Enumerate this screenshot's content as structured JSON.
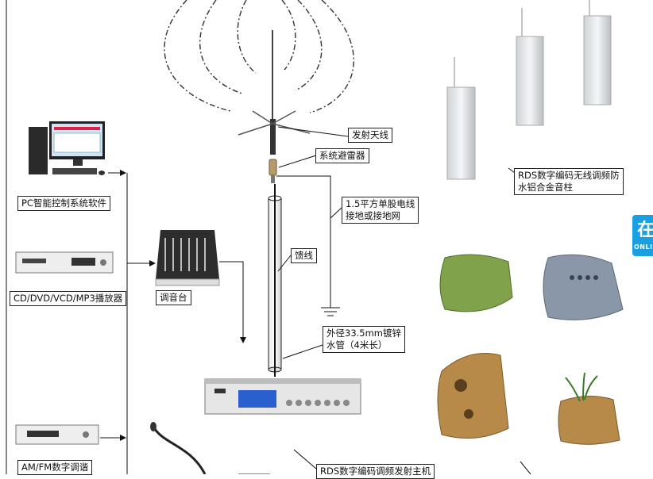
{
  "labels": {
    "antenna": "发射天线",
    "arrester": "系统避雷器",
    "wire": "1.5平方单股电线\n接地或接地网",
    "feeder": "馈线",
    "pipe": "外径33.5mm镀锌\n水管（4米长）",
    "pc": "PC智能控制系统软件",
    "cd": "CD/DVD/VCD/MP3播放器",
    "mixer": "调音台",
    "tuner": "AM/FM数字调谐",
    "rds_column": "RDS数字编码无线调频防\n水铝合金音柱",
    "transmitter": "RDS数字编码调频发射主机"
  },
  "side_tab": {
    "char": "在",
    "text": "ONLI"
  },
  "colors": {
    "tab": "#1aa0e0",
    "rock_green": "#7fa24a",
    "rock_grey": "#8a97a8",
    "rock_sand": "#b88a4a"
  },
  "icons": [
    "computer-icon",
    "cd-player-icon",
    "mixer-icon",
    "tuner-icon",
    "antenna-icon",
    "lightning-arrester-icon",
    "ground-symbol-icon",
    "transmitter-icon",
    "column-speaker-icon",
    "rock-speaker-icon",
    "microphone-icon"
  ]
}
